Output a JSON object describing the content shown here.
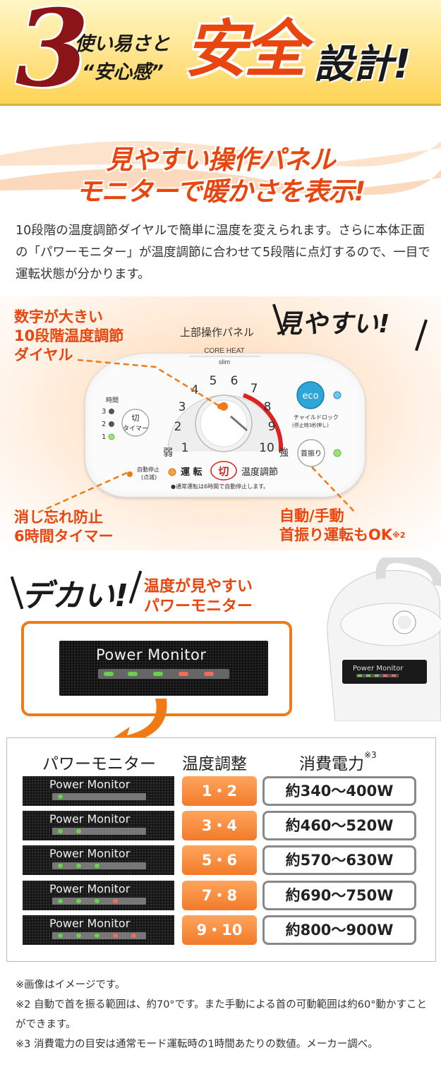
{
  "banner": {
    "number": "3",
    "sub_line1": "使い易さと",
    "sub_line2": "“安心感”",
    "big_word": "安全",
    "big_word2": "設計!"
  },
  "heading": {
    "line1": "見やすい操作パネル",
    "line2": "モニターで暖かさを表示!"
  },
  "intro": "10段階の温度調節ダイヤルで簡単に温度を変えられます。さらに本体正面の「パワーモニター」が温度調節に合わせて5段階に点灯するので、一目で運転状態が分かります。",
  "panel_section": {
    "callout_dial": [
      "数字が大きい",
      "10段階温度調節",
      "ダイヤル"
    ],
    "panel_label": "上部操作パネル",
    "mi_yasui": "見やすい!",
    "callout_timer": [
      "消し忘れ防止",
      "6時間タイマー"
    ],
    "callout_swing": [
      "自動/手動",
      "首振り運転もOK"
    ],
    "callout_swing_note": "※2",
    "panel": {
      "brand": "CORE HEAT",
      "brand_sub": "slim",
      "dial_numbers": [
        "1",
        "2",
        "3",
        "4",
        "5",
        "6",
        "7",
        "8",
        "9",
        "10"
      ],
      "weak": "弱",
      "strong": "強",
      "timer_label": "時間",
      "timer_levels": [
        "3",
        "2",
        "1"
      ],
      "timer_button_top": "切",
      "timer_button_bottom": "タイマー",
      "eco": "eco",
      "child_lock": "チャイルドロック",
      "child_lock_sub": "(停止時3秒押し)",
      "swing_button": "首振り",
      "auto_stop": "自動停止",
      "auto_stop_sub": "(点滅)",
      "run": "運 転",
      "off": "切",
      "temp_adjust": "温度調節",
      "auto_stop_note": "●通常運転は6時間で自動停止します。"
    }
  },
  "monitor_section": {
    "deka": "デカい!",
    "callout": [
      "温度が見やすい",
      "パワーモニター"
    ],
    "screen_label": "Power Monitor",
    "heater_label": "Power Monitor"
  },
  "table": {
    "headers": [
      "パワーモニター",
      "温度調整",
      "消費電力"
    ],
    "power_note": "※3",
    "rows": [
      {
        "monitor": "Power Monitor",
        "lit": 1,
        "temp": "1・2",
        "power": "約340〜400W"
      },
      {
        "monitor": "Power Monitor",
        "lit": 2,
        "temp": "3・4",
        "power": "約460〜520W"
      },
      {
        "monitor": "Power Monitor",
        "lit": 3,
        "temp": "5・6",
        "power": "約570〜630W"
      },
      {
        "monitor": "Power Monitor",
        "lit": 4,
        "temp": "7・8",
        "power": "約690〜750W"
      },
      {
        "monitor": "Power Monitor",
        "lit": 5,
        "temp": "9・10",
        "power": "約800〜900W"
      }
    ]
  },
  "notes": [
    "※画像はイメージです。",
    "※2 自動で首を振る範囲は、約70°です。また手動による首の可動範囲は約60°動かすことができます。",
    "※3 消費電力の目安は通常モード運転時の1時間あたりの数値。メーカー調べ。"
  ],
  "colors": {
    "accent": "#e8460e",
    "orange": "#f07a16",
    "dark_red": "#8b1418",
    "led_green": "#6cd14a",
    "led_red": "#f26b5b"
  }
}
